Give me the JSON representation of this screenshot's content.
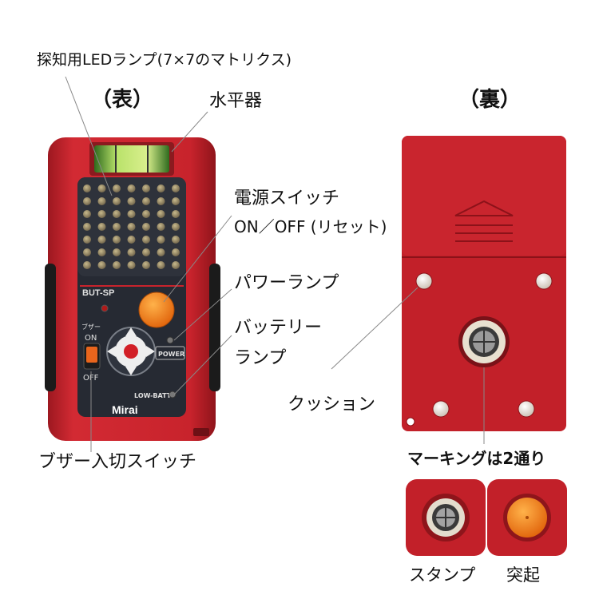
{
  "front": {
    "heading": "（表）",
    "model": "BUT-SP",
    "brand": "Mirai",
    "buzzer_label": "ブザー",
    "on_label": "ON",
    "off_label": "OFF",
    "power_label": "POWER",
    "lowbatt_label": "LOW-BATT",
    "callouts": {
      "led_matrix": "探知用LEDランプ(7×7のマトリクス)",
      "level": "水平器",
      "power_switch_1": "電源スイッチ",
      "power_switch_2": "ON／OFF (リセット)",
      "power_lamp": "パワーランプ",
      "battery_lamp_1": "バッテリー",
      "battery_lamp_2": "ランプ",
      "buzzer_switch": "ブザー入切スイッチ"
    }
  },
  "back": {
    "heading": "（裏）",
    "cushion": "クッション",
    "marking": "マーキングは2通り",
    "stamp": "スタンプ",
    "protrusion": "突起"
  },
  "colors": {
    "body_red": "#c8232c",
    "panel_dark": "#262a33",
    "orange": "#f07a14",
    "led": "#8a7a55"
  }
}
